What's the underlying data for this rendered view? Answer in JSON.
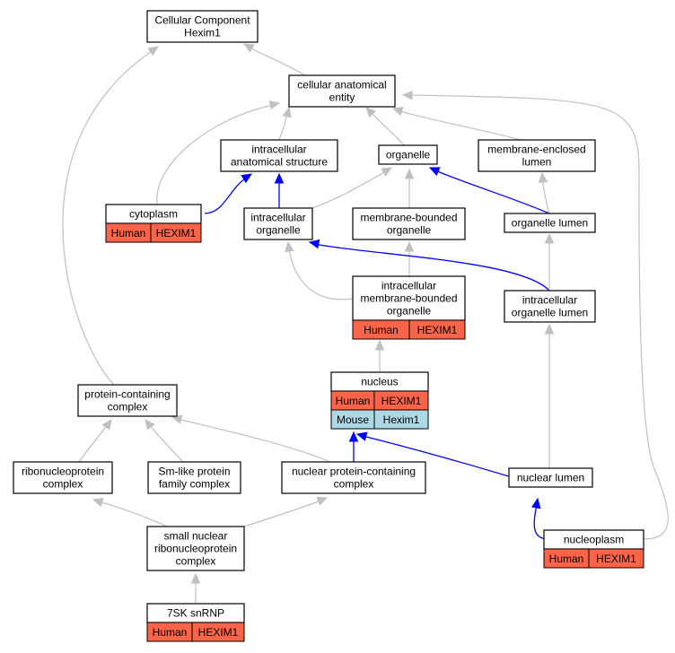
{
  "colors": {
    "human": "#fa6449",
    "mouse": "#add8e6",
    "gray_edge": "#c0c0c0",
    "blue_edge": "#0000ff"
  },
  "nodes": {
    "root": {
      "lines": [
        "Cellular Component",
        "Hexim1"
      ]
    },
    "cae": {
      "lines": [
        "cellular anatomical",
        "entity"
      ]
    },
    "ias": {
      "lines": [
        "intracellular",
        "anatomical structure"
      ]
    },
    "org": {
      "lines": [
        "organelle"
      ]
    },
    "mel": {
      "lines": [
        "membrane-enclosed",
        "lumen"
      ]
    },
    "cyto": {
      "lines": [
        "cytoplasm"
      ],
      "cells": [
        [
          "Human",
          "HEXIM1"
        ]
      ]
    },
    "io": {
      "lines": [
        "intracellular",
        "organelle"
      ]
    },
    "mbo": {
      "lines": [
        "membrane-bounded",
        "organelle"
      ]
    },
    "ol": {
      "lines": [
        "organelle lumen"
      ]
    },
    "imbo": {
      "lines": [
        "intracellular",
        "membrane-bounded",
        "organelle"
      ],
      "cells": [
        [
          "Human",
          "HEXIM1"
        ]
      ]
    },
    "iol": {
      "lines": [
        "intracellular",
        "organelle lumen"
      ]
    },
    "nuc": {
      "lines": [
        "nucleus"
      ],
      "cells": [
        [
          "Human",
          "HEXIM1"
        ],
        [
          "Mouse",
          "Hexim1"
        ]
      ]
    },
    "pcc": {
      "lines": [
        "protein-containing",
        "complex"
      ]
    },
    "rnp": {
      "lines": [
        "ribonucleoprotein",
        "complex"
      ]
    },
    "sml": {
      "lines": [
        "Sm-like protein",
        "family complex"
      ]
    },
    "npc": {
      "lines": [
        "nuclear protein-containing",
        "complex"
      ]
    },
    "nl": {
      "lines": [
        "nuclear lumen"
      ]
    },
    "snrnp": {
      "lines": [
        "small nuclear",
        "ribonucleoprotein",
        "complex"
      ]
    },
    "nplasm": {
      "lines": [
        "nucleoplasm"
      ],
      "cells": [
        [
          "Human",
          "HEXIM1"
        ]
      ]
    },
    "sk7": {
      "lines": [
        "7SK snRNP"
      ],
      "cells": [
        [
          "Human",
          "HEXIM1"
        ]
      ]
    }
  },
  "edges": [
    {
      "from": "cae",
      "to": "root",
      "color": "gray"
    },
    {
      "from": "pcc",
      "to": "root",
      "color": "gray"
    },
    {
      "from": "ias",
      "to": "cae",
      "color": "gray"
    },
    {
      "from": "org",
      "to": "cae",
      "color": "gray"
    },
    {
      "from": "mel",
      "to": "cae",
      "color": "gray"
    },
    {
      "from": "cyto",
      "to": "cae",
      "color": "gray"
    },
    {
      "from": "nplasm",
      "to": "cae",
      "color": "gray"
    },
    {
      "from": "cyto",
      "to": "ias",
      "color": "blue"
    },
    {
      "from": "io",
      "to": "ias",
      "color": "blue"
    },
    {
      "from": "io",
      "to": "org",
      "color": "gray"
    },
    {
      "from": "mbo",
      "to": "org",
      "color": "gray"
    },
    {
      "from": "ol",
      "to": "org",
      "color": "blue"
    },
    {
      "from": "ol",
      "to": "mel",
      "color": "gray"
    },
    {
      "from": "imbo",
      "to": "io",
      "color": "gray"
    },
    {
      "from": "imbo",
      "to": "mbo",
      "color": "gray"
    },
    {
      "from": "iol",
      "to": "io",
      "color": "blue"
    },
    {
      "from": "iol",
      "to": "ol",
      "color": "gray"
    },
    {
      "from": "nuc",
      "to": "imbo",
      "color": "gray"
    },
    {
      "from": "nl",
      "to": "iol",
      "color": "gray"
    },
    {
      "from": "npc",
      "to": "nuc",
      "color": "blue"
    },
    {
      "from": "nl",
      "to": "nuc",
      "color": "blue"
    },
    {
      "from": "rnp",
      "to": "pcc",
      "color": "gray"
    },
    {
      "from": "sml",
      "to": "pcc",
      "color": "gray"
    },
    {
      "from": "npc",
      "to": "pcc",
      "color": "gray"
    },
    {
      "from": "snrnp",
      "to": "rnp",
      "color": "gray"
    },
    {
      "from": "snrnp",
      "to": "npc",
      "color": "gray"
    },
    {
      "from": "sk7",
      "to": "snrnp",
      "color": "gray"
    },
    {
      "from": "nplasm",
      "to": "nl",
      "color": "blue"
    }
  ]
}
